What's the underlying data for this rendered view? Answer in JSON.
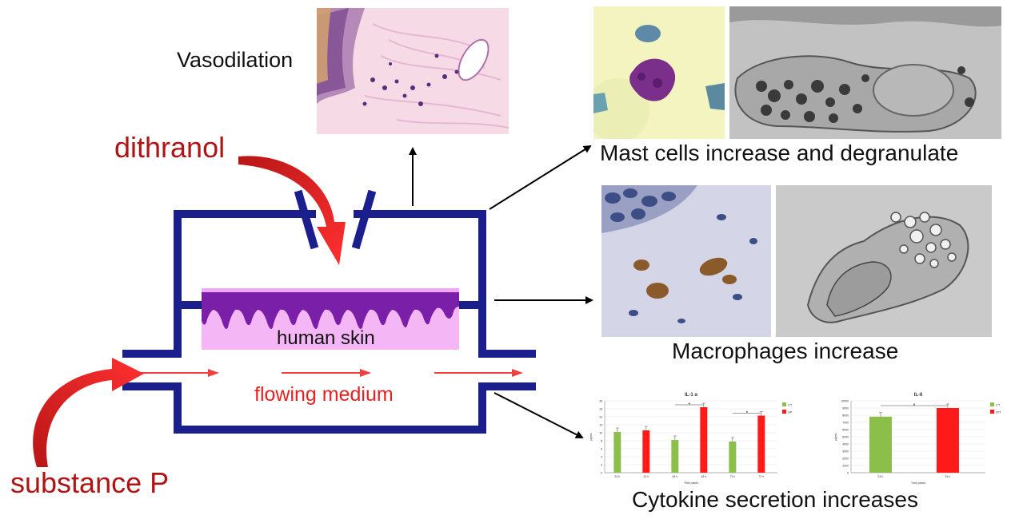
{
  "labels": {
    "vasodilation": "Vasodilation",
    "dithranol": "dithranol",
    "substance_p": "substance P",
    "human_skin": "human skin",
    "flowing_medium": "flowing medium",
    "mast_cells": "Mast cells increase and degranulate",
    "macrophages": "Macrophages increase",
    "cytokine": "Cytokine secretion increases"
  },
  "colors": {
    "chamber": "#1b1f8e",
    "arrow_red": "#e52222",
    "text_red": "#b01414",
    "skin_light": "#f5b6f5",
    "skin_dark": "#7a1fa8",
    "bar_ct": "#8cbf4a",
    "bar_treat": "#ff1a1a"
  },
  "charts": {
    "il1": {
      "title": "IL-1 α",
      "ylabel": "pg/mL",
      "xlabel": "Time points",
      "legend": [
        "CT",
        "SP"
      ],
      "categories": [
        "24 h",
        "24 h",
        "48 h",
        "48 h",
        "72 h",
        "72 h"
      ],
      "yticks": [
        "0",
        "2",
        "4",
        "6",
        "8",
        "10",
        "12",
        "14",
        "16",
        "18"
      ],
      "significance": "*"
    },
    "il6": {
      "title": "IL-6",
      "ylabel": "pg/mL",
      "xlabel": "Time points",
      "legend": [
        "CT",
        "DIT"
      ],
      "categories": [
        "24 h",
        "24 h"
      ],
      "yticks": [
        "0",
        "1000",
        "2000",
        "3000",
        "4000",
        "5000",
        "6000",
        "7000",
        "8000",
        "9000",
        "10000"
      ],
      "significance": "*"
    }
  },
  "chart_data": [
    {
      "type": "bar",
      "title": "IL-1 α",
      "xlabel": "Time points",
      "ylabel": "pg/mL",
      "ylim": [
        0,
        18
      ],
      "categories": [
        "24 h",
        "48 h",
        "72 h"
      ],
      "series": [
        {
          "name": "CT",
          "values": [
            10.2,
            8.2,
            7.8
          ]
        },
        {
          "name": "SP",
          "values": [
            10.6,
            16.4,
            14.3
          ]
        }
      ]
    },
    {
      "type": "bar",
      "title": "IL-6",
      "xlabel": "Time points",
      "ylabel": "pg/mL",
      "ylim": [
        0,
        10000
      ],
      "categories": [
        "24 h"
      ],
      "series": [
        {
          "name": "CT",
          "values": [
            7800
          ]
        },
        {
          "name": "DIT",
          "values": [
            9000
          ]
        }
      ]
    }
  ]
}
